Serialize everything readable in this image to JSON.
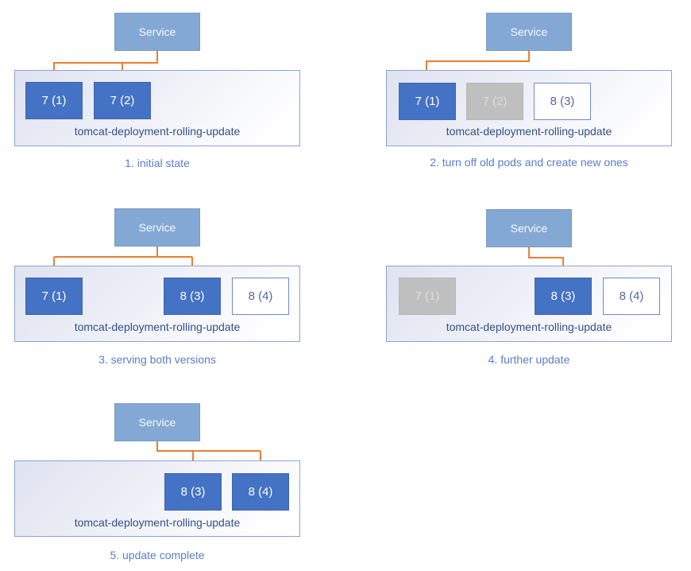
{
  "colors": {
    "service_fill": "#84a8d4",
    "pod_active_fill": "#4472c4",
    "pod_stopped_fill": "#bfbfbf",
    "pod_new_border": "#6e8ccb",
    "arrow_orange": "#ed7d31",
    "container_border": "#8da3d6",
    "deployment_label_text": "#33508a",
    "caption_text": "#5a7dcb"
  },
  "panels": [
    {
      "service_label": "Service",
      "deployment_label": "tomcat-deployment-rolling-update",
      "caption": "1. initial state",
      "pods": [
        {
          "label": "7 (1)",
          "state": "active"
        },
        {
          "label": "7 (2)",
          "state": "active"
        }
      ]
    },
    {
      "service_label": "Service",
      "deployment_label": "tomcat-deployment-rolling-update",
      "caption": "2. turn off old pods and create new ones",
      "pods": [
        {
          "label": "7 (1)",
          "state": "active"
        },
        {
          "label": "7 (2)",
          "state": "stopped"
        },
        {
          "label": "8 (3)",
          "state": "new"
        }
      ]
    },
    {
      "service_label": "Service",
      "deployment_label": "tomcat-deployment-rolling-update",
      "caption": "3. serving both versions",
      "pods": [
        {
          "label": "7 (1)",
          "state": "active"
        },
        {
          "label": "8 (3)",
          "state": "active"
        },
        {
          "label": "8 (4)",
          "state": "new"
        }
      ]
    },
    {
      "service_label": "Service",
      "deployment_label": "tomcat-deployment-rolling-update",
      "caption": "4. further update",
      "pods": [
        {
          "label": "7 (1)",
          "state": "stopped"
        },
        {
          "label": "8 (3)",
          "state": "active"
        },
        {
          "label": "8 (4)",
          "state": "new"
        }
      ]
    },
    {
      "service_label": "Service",
      "deployment_label": "tomcat-deployment-rolling-update",
      "caption": "5. update complete",
      "pods": [
        {
          "label": "8 (3)",
          "state": "active"
        },
        {
          "label": "8 (4)",
          "state": "active"
        }
      ]
    }
  ]
}
